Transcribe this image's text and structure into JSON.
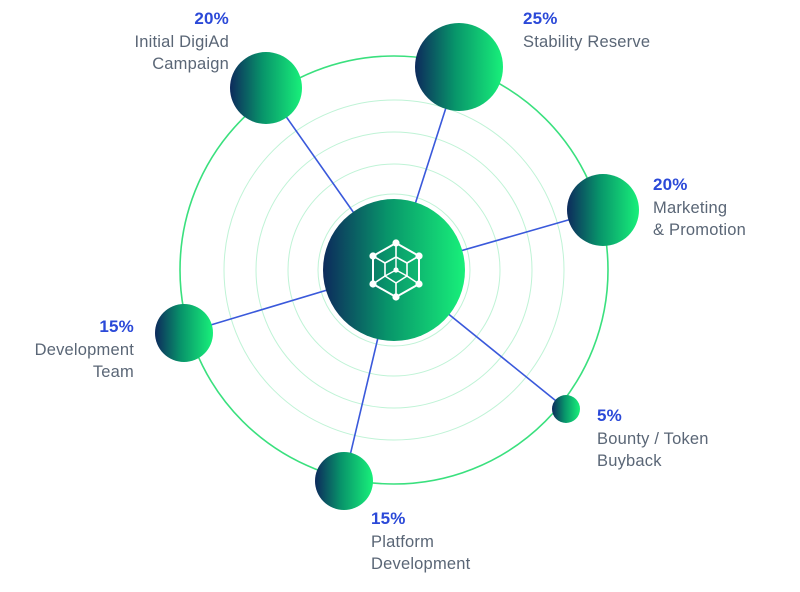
{
  "colors": {
    "ring_accent": "#3ae07e",
    "connector": "#3a59db",
    "percent_text": "#2b49d8",
    "label_text": "#5a6676",
    "node_gradient_dark": "#0d2a5c",
    "node_gradient_mid": "#08946a",
    "node_gradient_light": "#18f07a",
    "center_icon": "#ffffff"
  },
  "center": {
    "icon": "hexagon-network-icon"
  },
  "segments": [
    {
      "percent": "20%",
      "label": "Initial DigiAd\nCampaign",
      "value": 20
    },
    {
      "percent": "25%",
      "label": "Stability Reserve",
      "value": 25
    },
    {
      "percent": "20%",
      "label": "Marketing\n& Promotion",
      "value": 20
    },
    {
      "percent": "5%",
      "label": "Bounty / Token\nBuyback",
      "value": 5
    },
    {
      "percent": "15%",
      "label": "Platform\nDevelopment",
      "value": 15
    },
    {
      "percent": "15%",
      "label": "Development\nTeam",
      "value": 15
    }
  ]
}
